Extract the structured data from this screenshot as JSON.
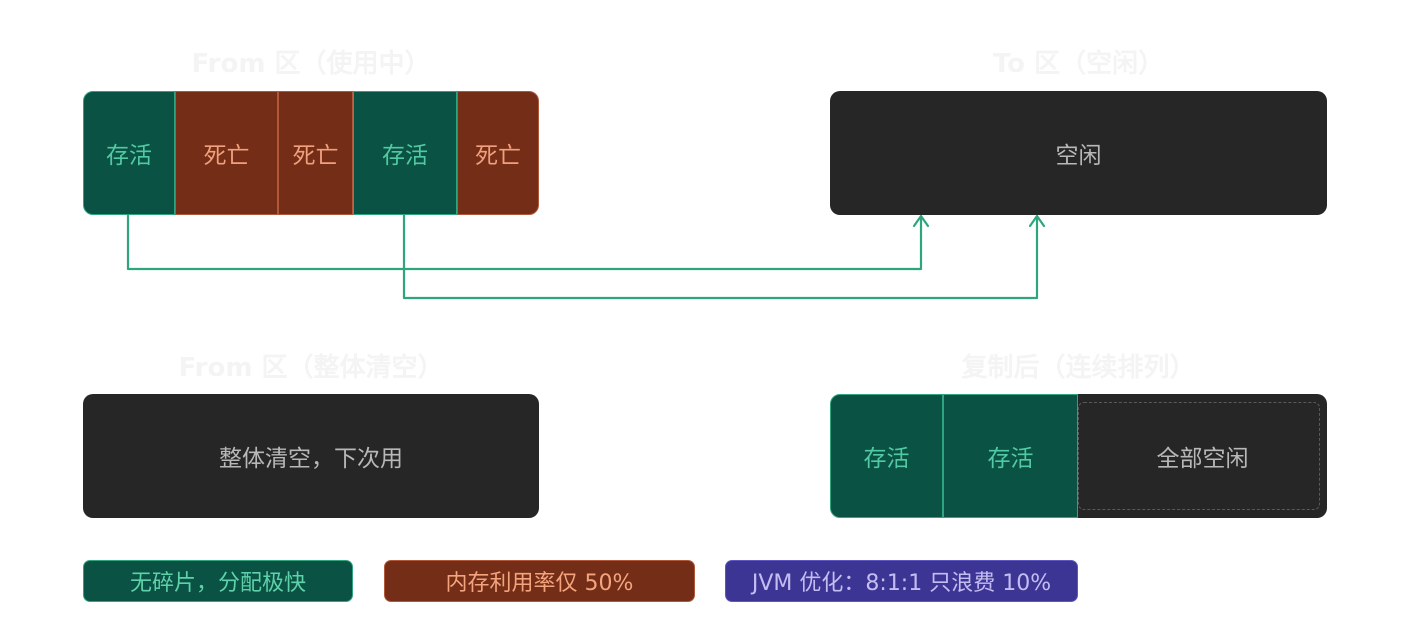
{
  "top": {
    "from_title": "From 区（使用中）",
    "to_title": "To 区（空闲）",
    "cells": [
      "存活",
      "死亡",
      "死亡",
      "存活",
      "死亡"
    ],
    "to_label": "空闲"
  },
  "bottom": {
    "from_title": "From 区（整体清空）",
    "from_label": "整体清空，下次用",
    "copy_title": "复制后（连续排列）",
    "copied": [
      "存活",
      "存活"
    ],
    "rest_label": "全部空闲"
  },
  "pills": {
    "no_fragment": "无碎片，分配极快",
    "memory_usage": "内存利用率仅 50%",
    "jvm": "JVM 优化：8:1:1 只浪费 10%"
  },
  "colors": {
    "alive": "#0a5244",
    "dead": "#742d16",
    "free": "#262626",
    "arrow": "#2fa57f",
    "purple": "#3d3593"
  }
}
